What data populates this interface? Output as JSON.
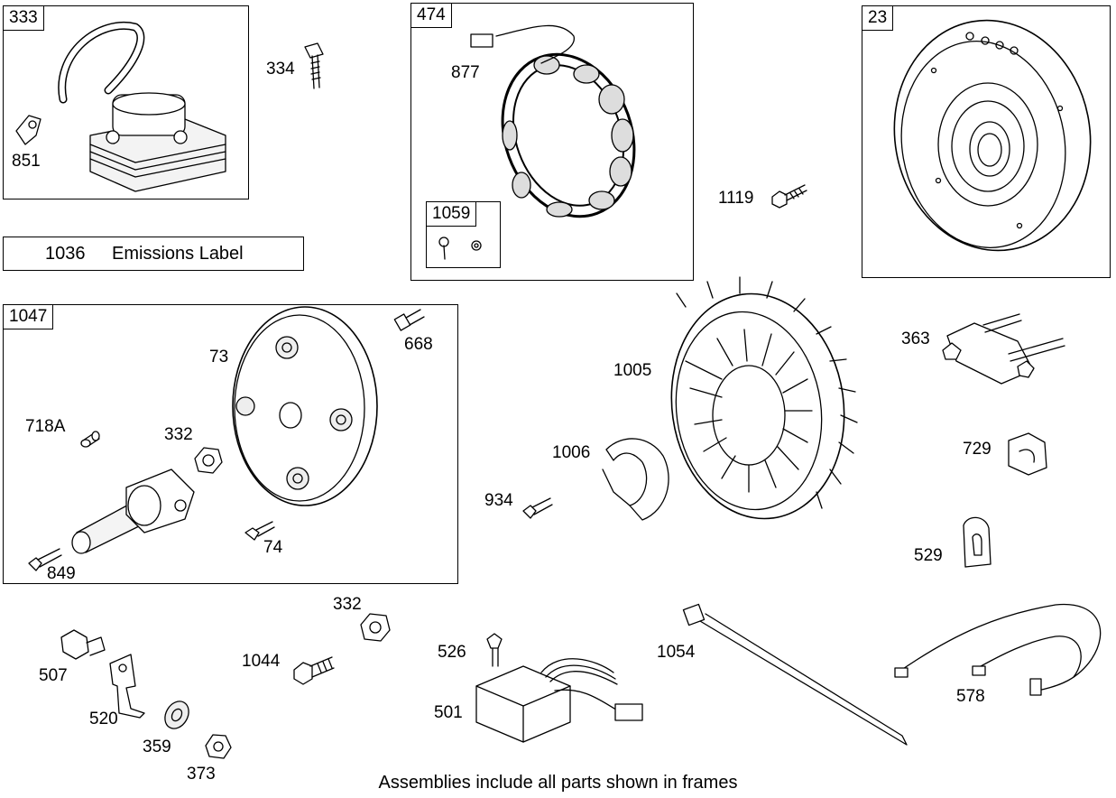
{
  "frames": [
    {
      "id": "f333",
      "tag": "333"
    },
    {
      "id": "f474",
      "tag": "474"
    },
    {
      "id": "f23",
      "tag": "23"
    },
    {
      "id": "f1059",
      "tag": "1059"
    },
    {
      "id": "f1047",
      "tag": "1047"
    }
  ],
  "emissions": {
    "number": "1036",
    "text": "Emissions Label"
  },
  "callouts": [
    "851",
    "334",
    "877",
    "1119",
    "668",
    "73",
    "718A",
    "332",
    "849",
    "74",
    "1005",
    "1006",
    "934",
    "363",
    "729",
    "529",
    "332",
    "1044",
    "507",
    "520",
    "359",
    "373",
    "526",
    "501",
    "1054",
    "578"
  ],
  "caption": "Assemblies include all parts shown in frames"
}
